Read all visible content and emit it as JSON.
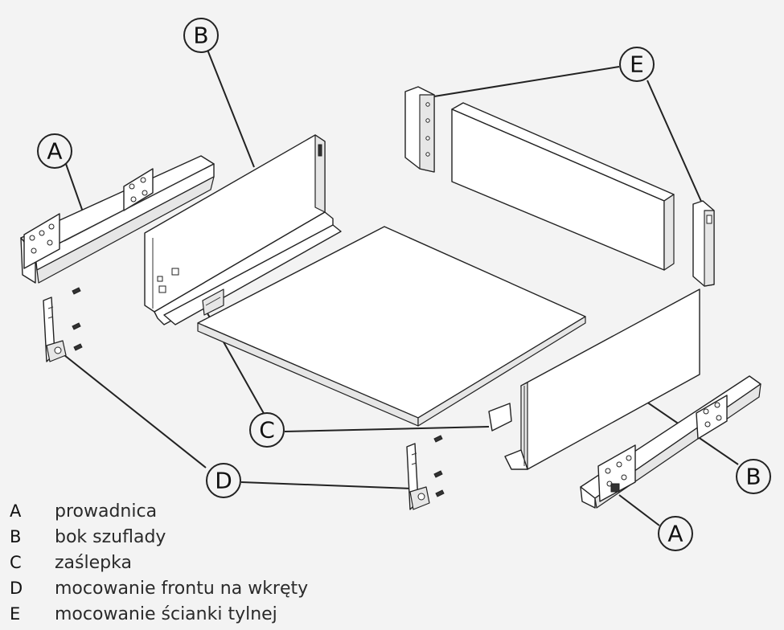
{
  "callouts": [
    {
      "id": "A",
      "label": "A"
    },
    {
      "id": "B",
      "label": "B"
    },
    {
      "id": "C",
      "label": "C"
    },
    {
      "id": "D",
      "label": "D"
    },
    {
      "id": "E",
      "label": "E"
    }
  ],
  "legend": [
    {
      "key": "A",
      "text": "prowadnica"
    },
    {
      "key": "B",
      "text": "bok szuflady"
    },
    {
      "key": "C",
      "text": "zaślepka"
    },
    {
      "key": "D",
      "text": "mocowanie frontu na wkręty"
    },
    {
      "key": "E",
      "text": "mocowanie ścianki tylnej"
    }
  ]
}
